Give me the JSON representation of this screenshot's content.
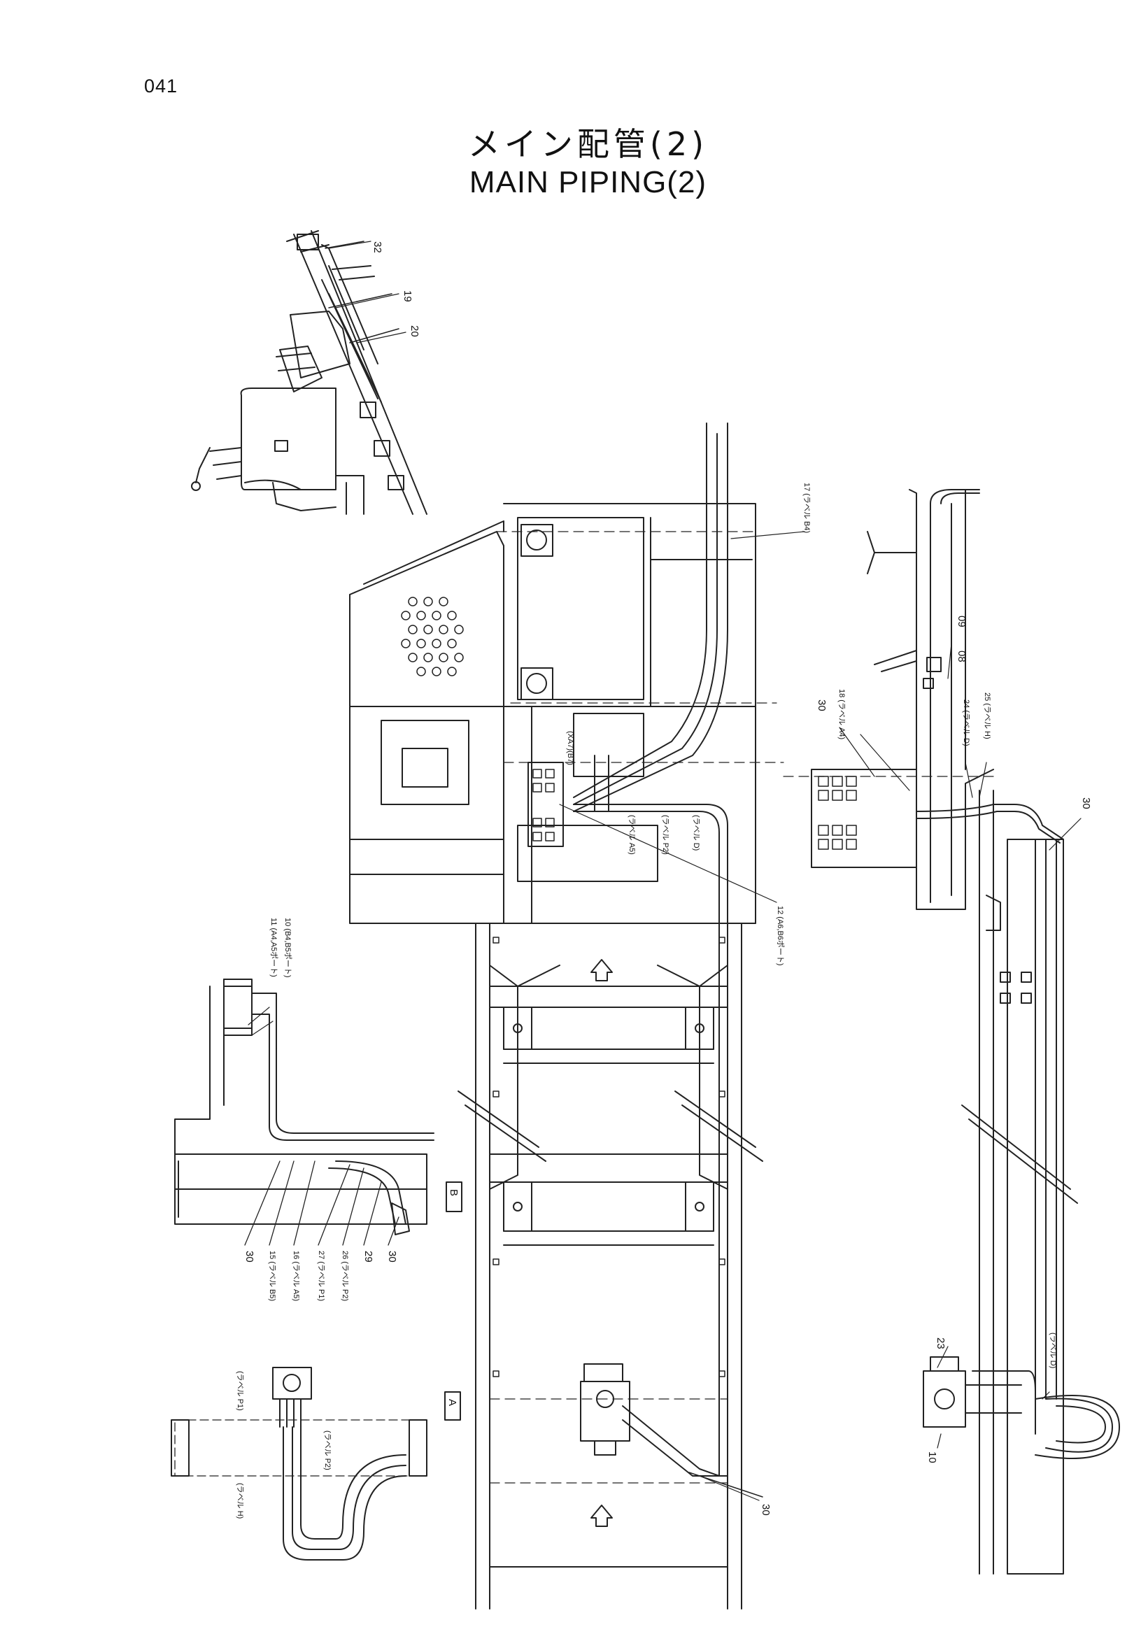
{
  "page_number": "041",
  "title_jp": "メイン配管(2)",
  "title_en": "MAIN PIPING(2)",
  "callouts": {
    "top_detail": [
      "32",
      "19",
      "20"
    ],
    "right_detail": [
      "17 (ラベル B4)",
      "09",
      "08",
      "30",
      "18 (ラベル A4)",
      "24 (ラベル D)",
      "25 (ラベル H)",
      "30"
    ],
    "main_frame": [
      "(ラベル A5)",
      "(ラベル P2)",
      "(ラベル D)",
      "12 (A6,B6ポート)",
      "30",
      "(XA7)(B7)"
    ],
    "left_mid_detail": [
      "11 (A4,A5ポート)",
      "10 (B4,B5ポート)",
      "30",
      "15 (ラベル B5)",
      "16 (ラベル A5)",
      "27 (ラベル P1)",
      "26 (ラベル P2)",
      "29",
      "30"
    ],
    "left_bottom_detail": [
      "(ラベル P1)",
      "(ラベル H)",
      "(ラベル P2)"
    ],
    "right_bottom_detail": [
      "23",
      "10",
      "(ラベル D)"
    ]
  },
  "view_markers": [
    "B",
    "A"
  ]
}
